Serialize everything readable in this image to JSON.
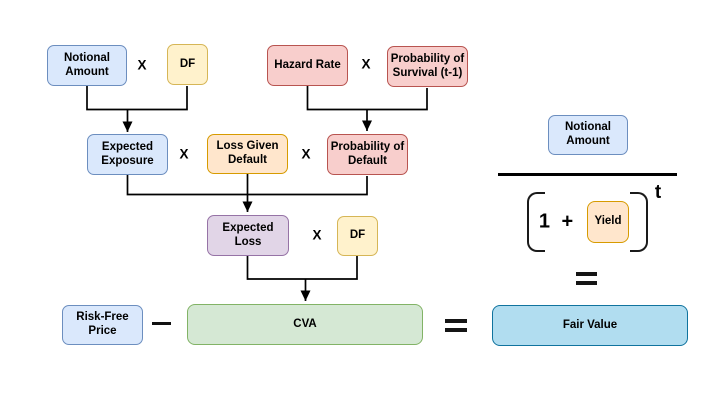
{
  "palette": {
    "background": "#ffffff",
    "connector": "#000000",
    "node_blue_fill": "#dae8fc",
    "node_blue_stroke": "#6c8ebf",
    "node_yellow_fill": "#fff2cc",
    "node_yellow_stroke": "#d6b656",
    "node_red_fill": "#f8cecc",
    "node_red_stroke": "#b85450",
    "node_orange_fill": "#ffe6cc",
    "node_orange_stroke": "#d79b00",
    "node_purple_fill": "#e1d5e7",
    "node_purple_stroke": "#9673a6",
    "node_green_fill": "#d5e8d4",
    "node_green_stroke": "#82b366",
    "node_cyan_fill": "#b1ddf0",
    "node_cyan_stroke": "#10739e"
  },
  "operators": {
    "multiply": "X",
    "minus": "-",
    "equals": "=",
    "plus_expression": "1 +",
    "exponent": "t"
  },
  "flow": {
    "row1": {
      "notional_amount": "Notional\nAmount",
      "discount_factor": "DF",
      "hazard_rate": "Hazard Rate",
      "probability_of_survival": "Probability of\nSurvival (t-1)"
    },
    "row2": {
      "expected_exposure": "Expected\nExposure",
      "loss_given_default": "Loss Given\nDefault",
      "probability_of_default": "Probability of\nDefault"
    },
    "row3": {
      "expected_loss": "Expected\nLoss",
      "discount_factor": "DF"
    },
    "row4": {
      "risk_free_price": "Risk-Free\nPrice",
      "cva": "CVA",
      "fair_value": "Fair Value"
    }
  },
  "formula": {
    "numerator": "Notional\nAmount",
    "yield": "Yield"
  }
}
